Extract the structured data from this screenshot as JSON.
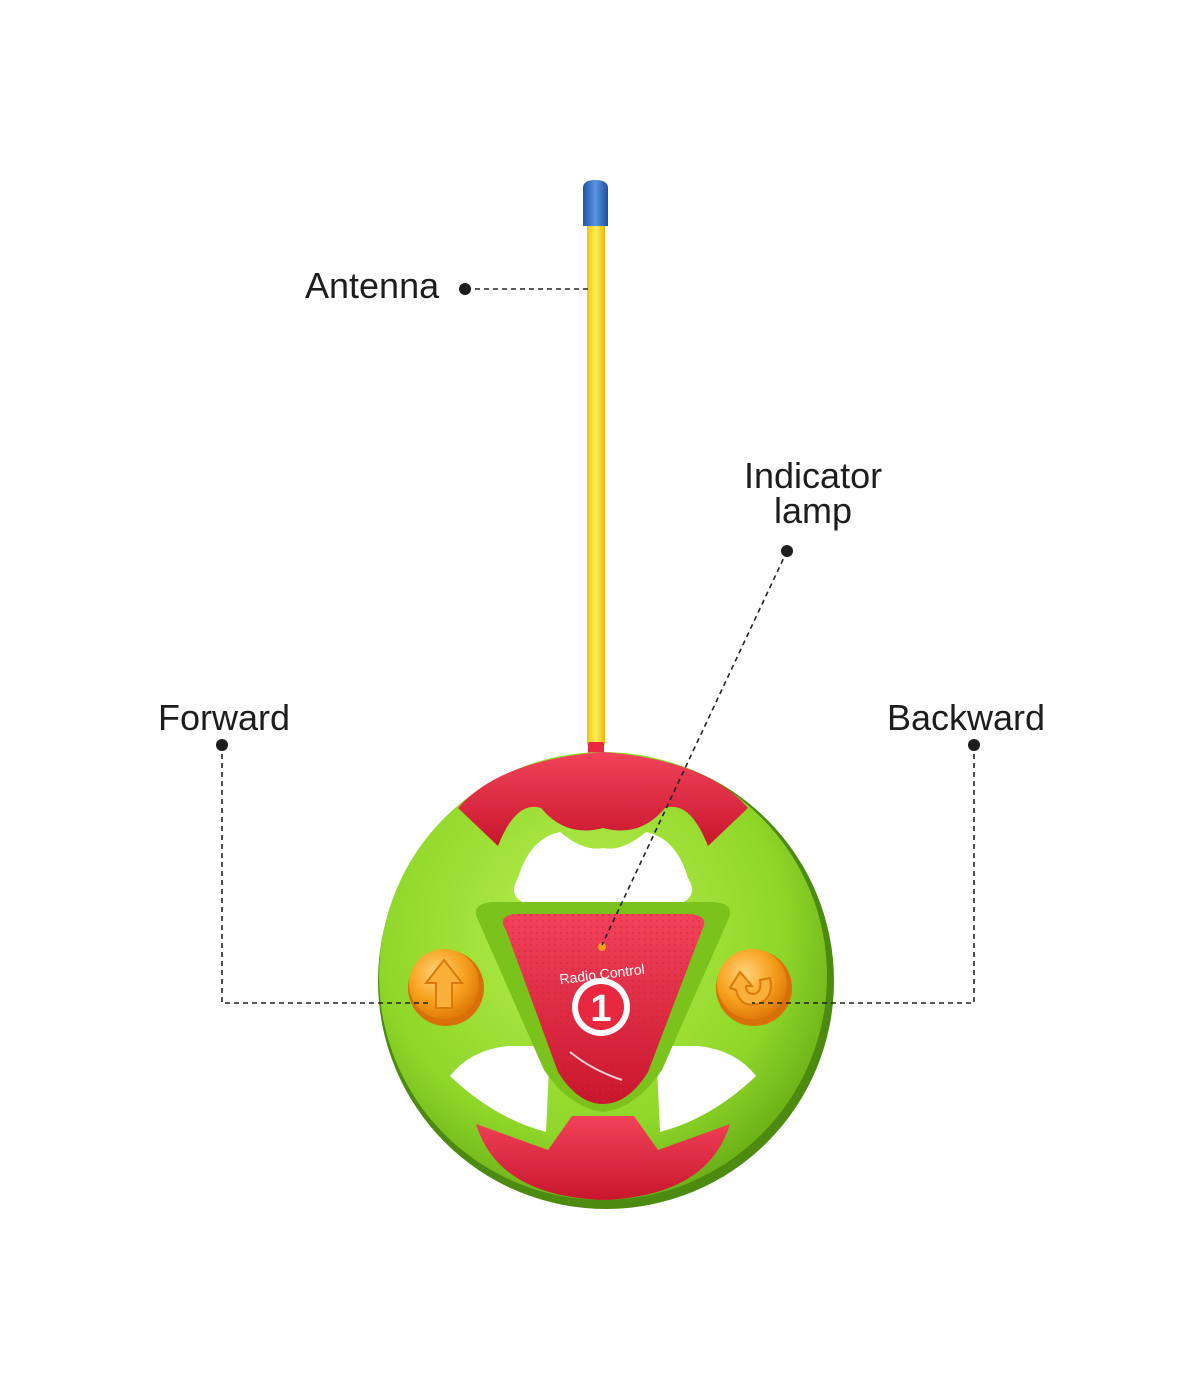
{
  "labels": {
    "antenna": "Antenna",
    "indicator_line1": "Indicator",
    "indicator_line2": "lamp",
    "forward": "Forward",
    "backward": "Backward"
  },
  "device": {
    "panel_text": "Radio Control",
    "badge_number": "1"
  },
  "colors": {
    "green": "#8fd62a",
    "red": "#e8283f",
    "orange": "#f7931e",
    "antenna_yellow": "#f5d51a",
    "antenna_tip": "#2f6fc4",
    "text": "#1d1d1d"
  }
}
